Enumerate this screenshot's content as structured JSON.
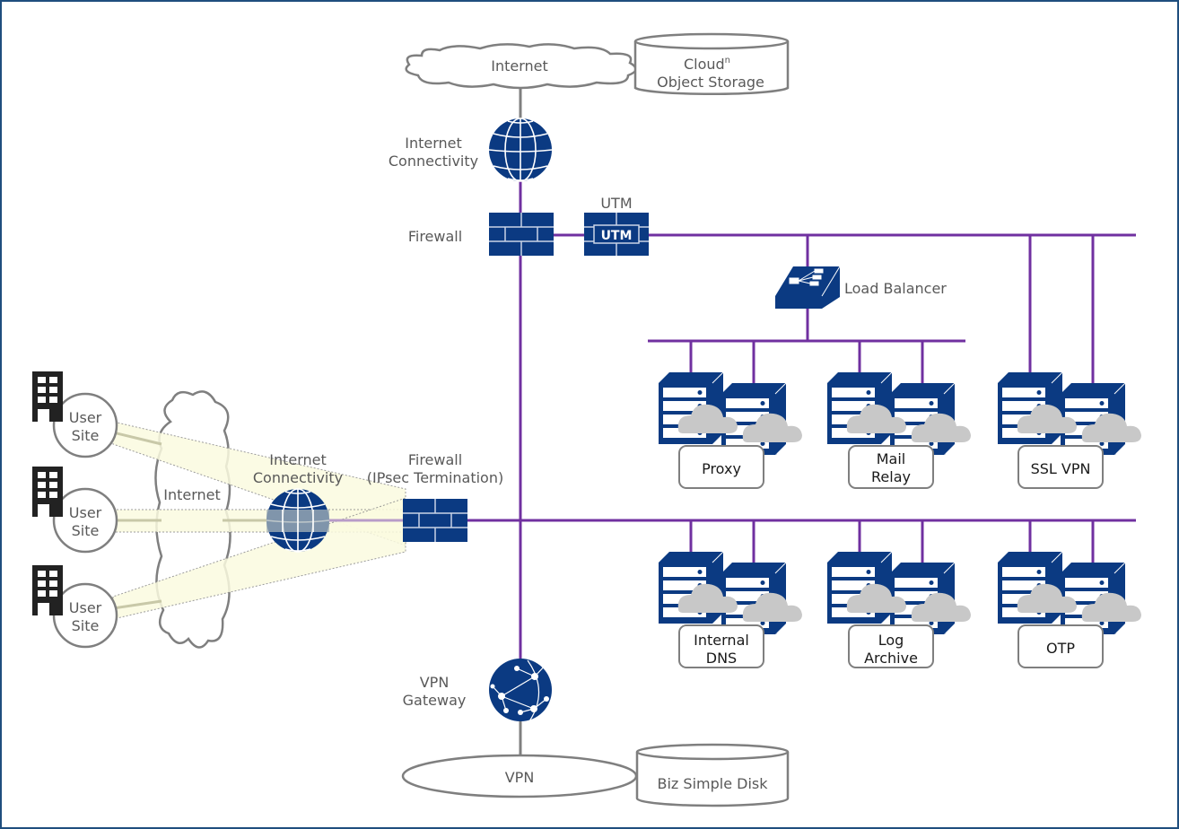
{
  "diagram": {
    "title": "Network Architecture",
    "colors": {
      "frame": "#1f4e7e",
      "device": "#0b3a82",
      "network_line": "#7030a0",
      "external_line": "#7f7f7f",
      "tunnel_fill": "#fbfbe0",
      "cloud_gray": "#c8c8c8",
      "label": "#595959"
    },
    "top": {
      "internet_cloud": "Internet",
      "object_storage_line1": "Cloud",
      "object_storage_sup": "n",
      "object_storage_line2": "Object Storage",
      "internet_connectivity_line1": "Internet",
      "internet_connectivity_line2": "Connectivity",
      "firewall": "Firewall",
      "utm_label": "UTM",
      "utm_badge": "UTM",
      "load_balancer": "Load Balancer"
    },
    "remote": {
      "user_sites": [
        {
          "line1": "User",
          "line2": "Site"
        },
        {
          "line1": "User",
          "line2": "Site"
        },
        {
          "line1": "User",
          "line2": "Site"
        }
      ],
      "internet_cloud": "Internet",
      "internet_connectivity_line1": "Internet",
      "internet_connectivity_line2": "Connectivity",
      "ipsec_firewall_line1": "Firewall",
      "ipsec_firewall_line2": "(IPsec Termination)"
    },
    "server_groups_upper": [
      {
        "line1": "Proxy",
        "line2": ""
      },
      {
        "line1": "Mail",
        "line2": "Relay"
      },
      {
        "line1": "SSL VPN",
        "line2": ""
      }
    ],
    "server_groups_lower": [
      {
        "line1": "Internal",
        "line2": "DNS"
      },
      {
        "line1": "Log",
        "line2": "Archive"
      },
      {
        "line1": "OTP",
        "line2": ""
      }
    ],
    "bottom": {
      "vpn_gateway_line1": "VPN",
      "vpn_gateway_line2": "Gateway",
      "vpn_network": "VPN",
      "disk": "Biz Simple Disk"
    }
  }
}
